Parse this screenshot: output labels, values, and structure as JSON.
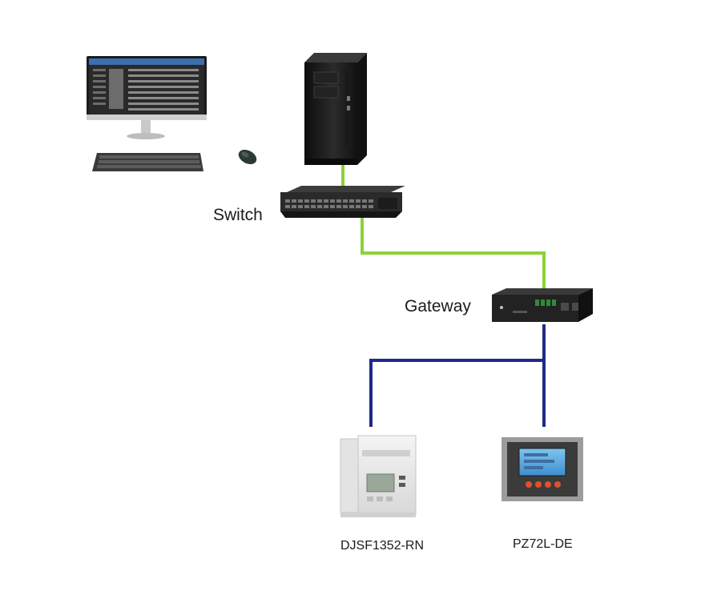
{
  "colors": {
    "ethernet_link": "#8DD13A",
    "bus_link": "#1F2A8A"
  },
  "nodes": {
    "workstation": {
      "icon": "desktop-computer-icon"
    },
    "server": {
      "icon": "tower-server-icon"
    },
    "switch": {
      "label": "Switch",
      "icon": "network-switch-icon"
    },
    "gateway": {
      "label": "Gateway",
      "icon": "gateway-icon"
    },
    "meter_left": {
      "label": "DJSF1352-RN",
      "icon": "din-rail-meter-icon"
    },
    "meter_right": {
      "label": "PZ72L-DE",
      "icon": "panel-meter-icon"
    }
  },
  "links": [
    {
      "from": "server",
      "to": "switch",
      "type": "ethernet"
    },
    {
      "from": "switch",
      "to": "gateway",
      "type": "ethernet"
    },
    {
      "from": "gateway",
      "to": "meter_left",
      "type": "bus"
    },
    {
      "from": "gateway",
      "to": "meter_right",
      "type": "bus"
    }
  ]
}
